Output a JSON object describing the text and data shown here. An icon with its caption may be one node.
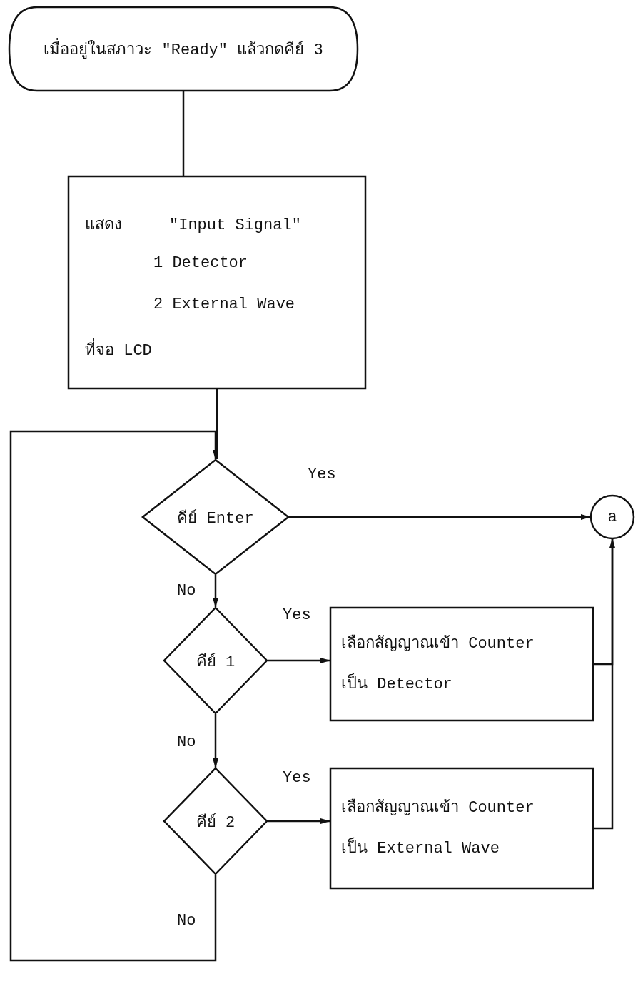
{
  "diagram": {
    "nodes": [
      {
        "text": [
          "เมื่ออยู่ในสภาวะ \"Ready\"  แล้วกดคีย์ 3"
        ]
      },
      {
        "text": [
          "แสดง     \"Input Signal\"",
          "1 Detector",
          "2 External Wave",
          "ที่จอ LCD"
        ]
      },
      {
        "text": [
          "คีย์ Enter"
        ]
      },
      {
        "text": [
          "a"
        ]
      },
      {
        "text": [
          "คีย์ 1"
        ]
      },
      {
        "text": [
          "เลือกสัญญาณเข้า Counter เป็น Detector"
        ]
      },
      {
        "text": [
          "คีย์ 2"
        ]
      },
      {
        "text": [
          "เลือกสัญญาณเข้า Counter เป็น External Wave"
        ]
      }
    ],
    "edges": [
      {
        "from": 0,
        "to": 1,
        "arrow": "none"
      },
      {
        "from": 1,
        "to": 2,
        "arrow": "none"
      },
      {
        "from": 2,
        "to": 3,
        "arrow": "to",
        "label": "Yes"
      },
      {
        "from": 2,
        "to": 4,
        "arrow": "to",
        "label": "No"
      },
      {
        "from": 4,
        "to": 5,
        "arrow": "to",
        "label": "Yes"
      },
      {
        "from": 4,
        "to": 6,
        "arrow": "to",
        "label": "No"
      },
      {
        "from": 6,
        "to": 7,
        "arrow": "to",
        "label": "Yes"
      },
      {
        "from": 6,
        "to": 2,
        "arrow": "to",
        "label": "No"
      },
      {
        "from": 5,
        "to": 3,
        "arrow": "to"
      },
      {
        "from": 7,
        "to": 3,
        "arrow": "to"
      }
    ]
  }
}
